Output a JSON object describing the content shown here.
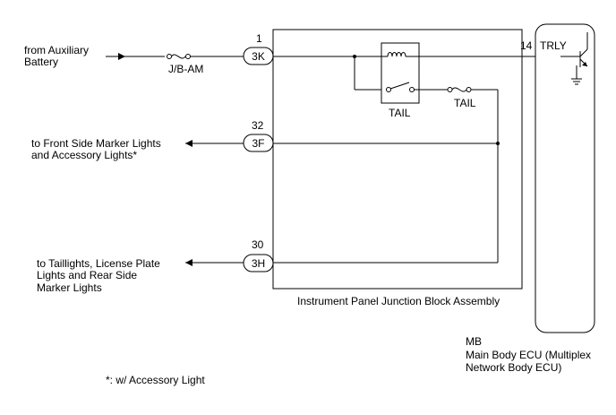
{
  "input": {
    "from_line1": "from Auxiliary",
    "from_line2": "Battery",
    "fuse_label": "J/B-AM"
  },
  "connectors": [
    {
      "pin": "1",
      "id": "3K"
    },
    {
      "pin": "32",
      "id": "3F"
    },
    {
      "pin": "30",
      "id": "3H"
    }
  ],
  "relay": {
    "name": "TAIL",
    "fuse_label": "TAIL",
    "control_pin": "14",
    "control_signal": "TRLY"
  },
  "outputs": {
    "front_line1": "to Front Side Marker Lights",
    "front_line2": "and Accessory Lights*",
    "rear_line1": "to Taillights, License Plate",
    "rear_line2": "Lights and Rear Side",
    "rear_line3": "Marker Lights"
  },
  "junction_block": {
    "label": "Instrument Panel Junction Block Assembly"
  },
  "ecu": {
    "code": "MB",
    "name_line1": "Main Body ECU (Multiplex",
    "name_line2": "Network Body ECU)"
  },
  "footnote": "*: w/ Accessory Light"
}
